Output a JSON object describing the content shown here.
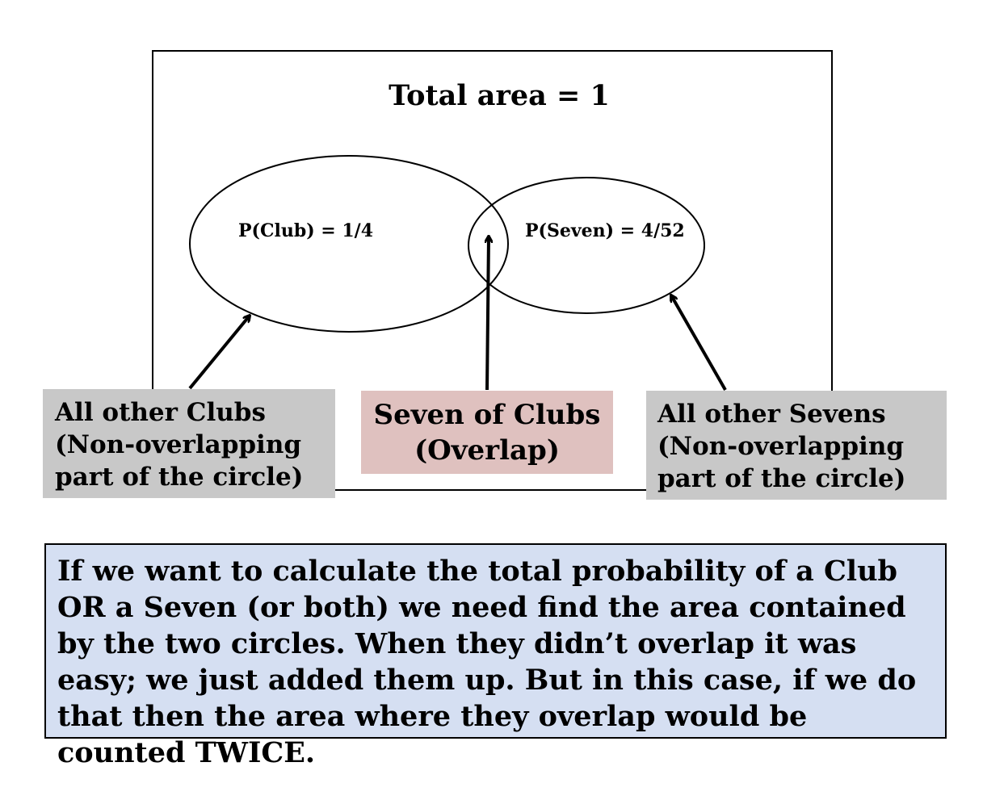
{
  "title": "Total area = 1",
  "circles": {
    "club": "P(Club) = 1/4",
    "seven": "P(Seven) = 4/52"
  },
  "callouts": {
    "left": [
      "All other Clubs",
      "(Non-overlapping",
      "part of the circle)"
    ],
    "middle": [
      "Seven of Clubs",
      "(Overlap)"
    ],
    "right": [
      "All other Sevens",
      "(Non-overlapping",
      "part of the circle)"
    ]
  },
  "note": "If we want to calculate the total probability of a Club OR a Seven (or both) we need find the area contained by the two circles. When they didn’t overlap it was easy; we just added them up. But in this case, if we do that then the area where they overlap would be counted TWICE.",
  "colors": {
    "gray": "#c8c8c8",
    "pink": "#dfc1bf",
    "blue": "#d5dff2"
  }
}
